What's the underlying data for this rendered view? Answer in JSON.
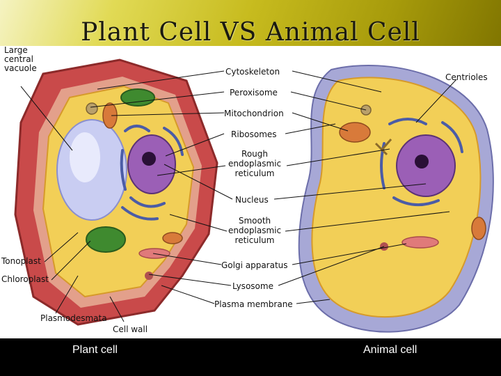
{
  "title": "Plant Cell VS Animal Cell",
  "labels": {
    "large_central_vacuole": "Large central vacuole",
    "cytoskeleton": "Cytoskeleton",
    "peroxisome": "Peroxisome",
    "mitochondrion": "Mitochondrion",
    "ribosomes": "Ribosomes",
    "rough_er": "Rough endoplasmic reticulum",
    "nucleus": "Nucleus",
    "smooth_er": "Smooth endoplasmic reticulum",
    "golgi": "Golgi apparatus",
    "lysosome": "Lysosome",
    "plasma_membrane": "Plasma membrane",
    "centrioles": "Centrioles",
    "tonoplast": "Tonoplast",
    "chloroplast": "Chloroplast",
    "plasmodesmata": "Plasmodesmata",
    "cell_wall": "Cell wall"
  },
  "captions": {
    "plant": "Plant cell",
    "animal": "Animal cell"
  }
}
